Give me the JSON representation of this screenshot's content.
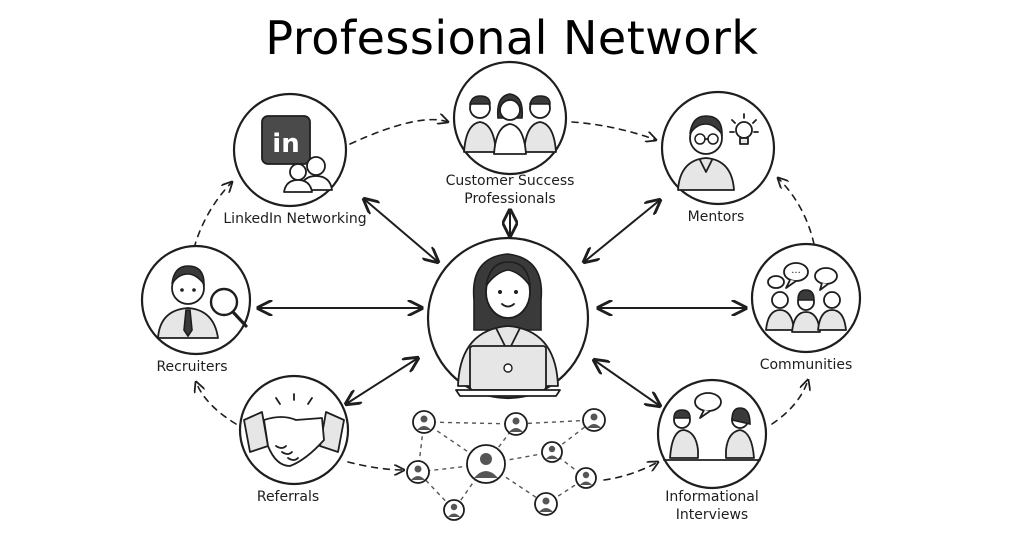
{
  "title": "Professional Network",
  "nodes": {
    "linkedin": {
      "label": "LinkedIn Networking",
      "logo_text": "in"
    },
    "customer_success": {
      "label_line1": "Customer Success",
      "label_line2": "Professionals"
    },
    "mentors": {
      "label": "Mentors"
    },
    "recruiters": {
      "label": "Recruiters"
    },
    "communities": {
      "label": "Communities"
    },
    "referrals": {
      "label": "Referrals"
    },
    "informational": {
      "label_line1": "Informational",
      "label_line2": "Interviews"
    }
  },
  "icons": {
    "center": "woman-with-laptop-icon",
    "linkedin": "linkedin-logo-icon",
    "customer_success": "team-of-three-icon",
    "mentors": "mentor-with-lightbulb-icon",
    "recruiters": "recruiter-with-magnifier-icon",
    "communities": "people-with-speech-bubbles-icon",
    "referrals": "handshake-icon",
    "informational": "two-people-talking-icon",
    "network": "network-graph-icon"
  },
  "colors": {
    "ink": "#1e1e1e",
    "shade": "#e6e6e6",
    "background": "#ffffff"
  }
}
